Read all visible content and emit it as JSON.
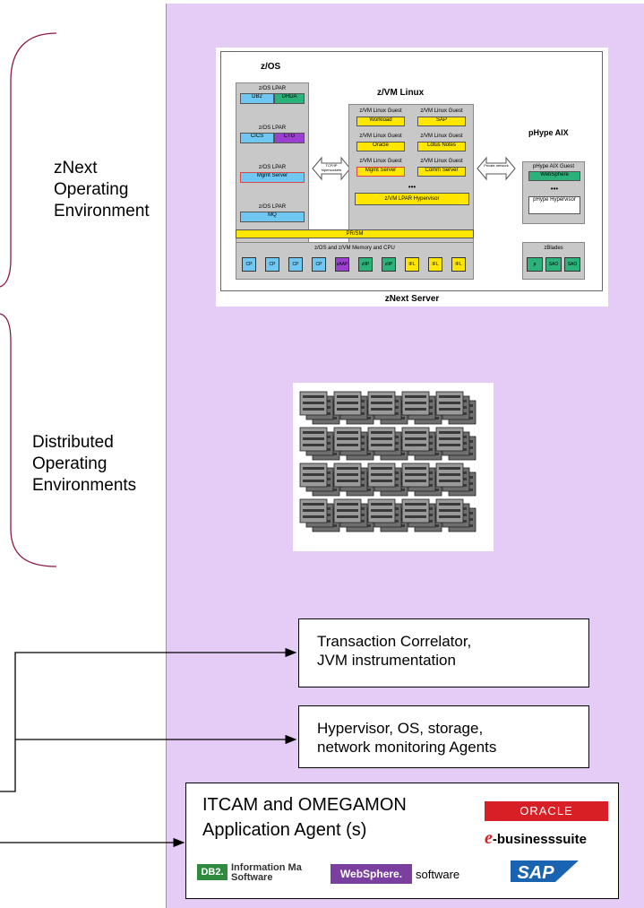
{
  "labels": {
    "znext_env": [
      "zNext",
      "Operating",
      "Environment"
    ],
    "distributed_env": [
      "Distributed",
      "Operating",
      "Environments"
    ]
  },
  "znext_figure": {
    "zos_title": "z/OS",
    "zvm_title": "z/VM Linux",
    "phype_title": "pHype AIX",
    "lpars": [
      {
        "title": "z/OS LPAR",
        "cells": [
          "DB2",
          "DRDA"
        ]
      },
      {
        "title": "z/OS LPAR",
        "cells": [
          "CICS",
          "CTG"
        ]
      },
      {
        "title": "z/OS LPAR",
        "cells": [
          "Mgmt Server"
        ]
      },
      {
        "title": "z/OS LPAR",
        "cells": [
          "MQ"
        ]
      }
    ],
    "tcpip": "TCP/IP hipersockets",
    "guests": [
      {
        "title": "z/VM Linux Guest",
        "app": "Workload"
      },
      {
        "title": "z/VM Linux Guest",
        "app": "SAP"
      },
      {
        "title": "z/VM Linux Guest",
        "app": "Oracle"
      },
      {
        "title": "z/VM Linux Guest",
        "app": "Lotus Notes"
      },
      {
        "title": "z/VM Linux Guest",
        "app": "Mgmt Server"
      },
      {
        "title": "z/VM Linux Guest",
        "app": "Comm Server"
      }
    ],
    "ellipsis": "•••",
    "zvm_hypervisor": "z/VM LPAR Hypervisor",
    "private_network": "Private network",
    "aix_guest_title": "pHype AIX Guest",
    "aix_guest_app": "WebSphere",
    "phype_hypervisor": "pHype Hypervisor",
    "prsm": "PR/SM",
    "memory_cpu": "z/OS and z/VM Memory and CPU",
    "cpus": [
      {
        "label": "CP",
        "color": "#6fc7f2"
      },
      {
        "label": "CP",
        "color": "#6fc7f2"
      },
      {
        "label": "CP",
        "color": "#6fc7f2"
      },
      {
        "label": "CP",
        "color": "#6fc7f2"
      },
      {
        "label": "zAAP",
        "color": "#9b3fd1"
      },
      {
        "label": "zIIP",
        "color": "#2ab27a"
      },
      {
        "label": "zIIP",
        "color": "#2ab27a"
      },
      {
        "label": "IFL",
        "color": "#ffe600"
      },
      {
        "label": "IFL",
        "color": "#ffe600"
      },
      {
        "label": "IFL",
        "color": "#ffe600"
      }
    ],
    "zblades_title": "zBlades",
    "zblades": [
      "p",
      "SAO",
      "SAO"
    ],
    "caption": "zNext Server"
  },
  "agents": {
    "transaction": [
      "Transaction Correlator,",
      "JVM instrumentation"
    ],
    "hypervisor": [
      "Hypervisor, OS, storage,",
      "network monitoring Agents"
    ],
    "itcam": [
      "ITCAM and OMEGAMON",
      "Application Agent (s)"
    ]
  },
  "logos": {
    "oracle": "ORACLE",
    "ebs_e": "e",
    "ebs_text": "-businesssuite",
    "db2": "DB2.",
    "info_mgmt": [
      "Information Ma",
      "Software"
    ],
    "websphere": "WebSphere.",
    "software": "software",
    "sap": "SAP"
  },
  "colors": {
    "panel": "#e5ccf7",
    "brace": "#8b1a4a",
    "oracle": "#d81f26",
    "websphere": "#7b3fa0",
    "db2": "#2e8b3d",
    "sap": "#1a63b0"
  }
}
